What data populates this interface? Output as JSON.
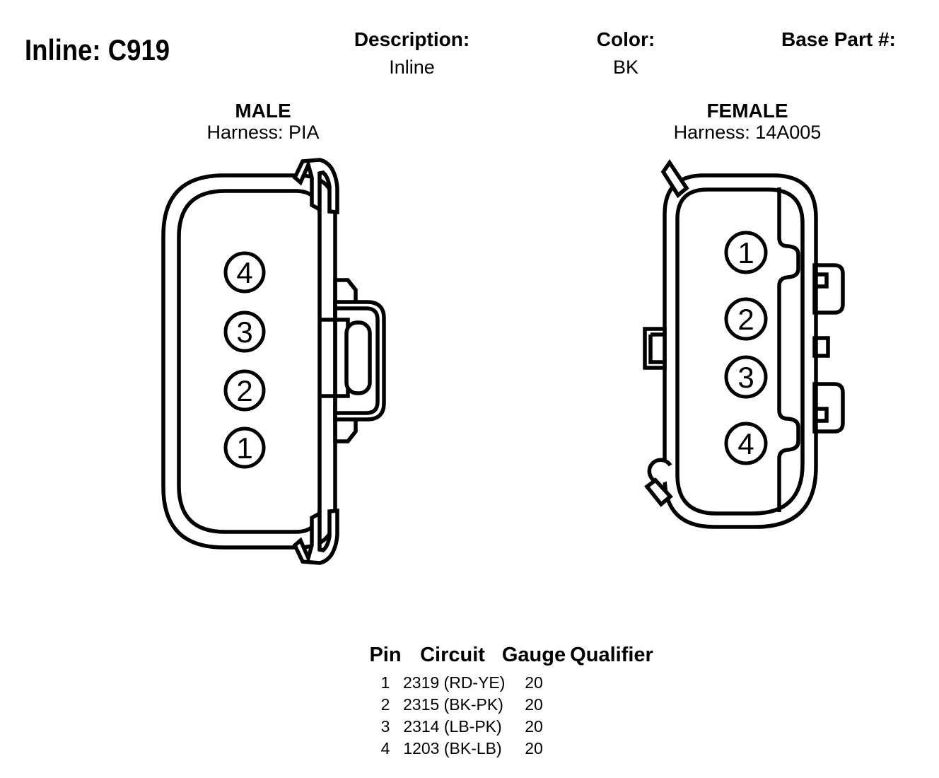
{
  "title": "Inline: C919",
  "header": {
    "description_label": "Description:",
    "description_value": "Inline",
    "color_label": "Color:",
    "color_value": "BK",
    "base_part_label": "Base Part #:"
  },
  "connectors": {
    "male": {
      "label": "MALE",
      "harness": "Harness: PIA",
      "pins": [
        "4",
        "3",
        "2",
        "1"
      ]
    },
    "female": {
      "label": "FEMALE",
      "harness": "Harness: 14A005",
      "pins": [
        "1",
        "2",
        "3",
        "4"
      ]
    }
  },
  "table": {
    "headers": [
      "Pin",
      "Circuit",
      "Gauge",
      "Qualifier"
    ],
    "rows": [
      {
        "pin": "1",
        "circuit": "2319 (RD-YE)",
        "gauge": "20",
        "qualifier": ""
      },
      {
        "pin": "2",
        "circuit": "2315 (BK-PK)",
        "gauge": "20",
        "qualifier": ""
      },
      {
        "pin": "3",
        "circuit": "2314 (LB-PK)",
        "gauge": "20",
        "qualifier": ""
      },
      {
        "pin": "4",
        "circuit": "1203 (BK-LB)",
        "gauge": "20",
        "qualifier": ""
      }
    ]
  },
  "colors": {
    "line": "#000000",
    "background": "#ffffff"
  }
}
